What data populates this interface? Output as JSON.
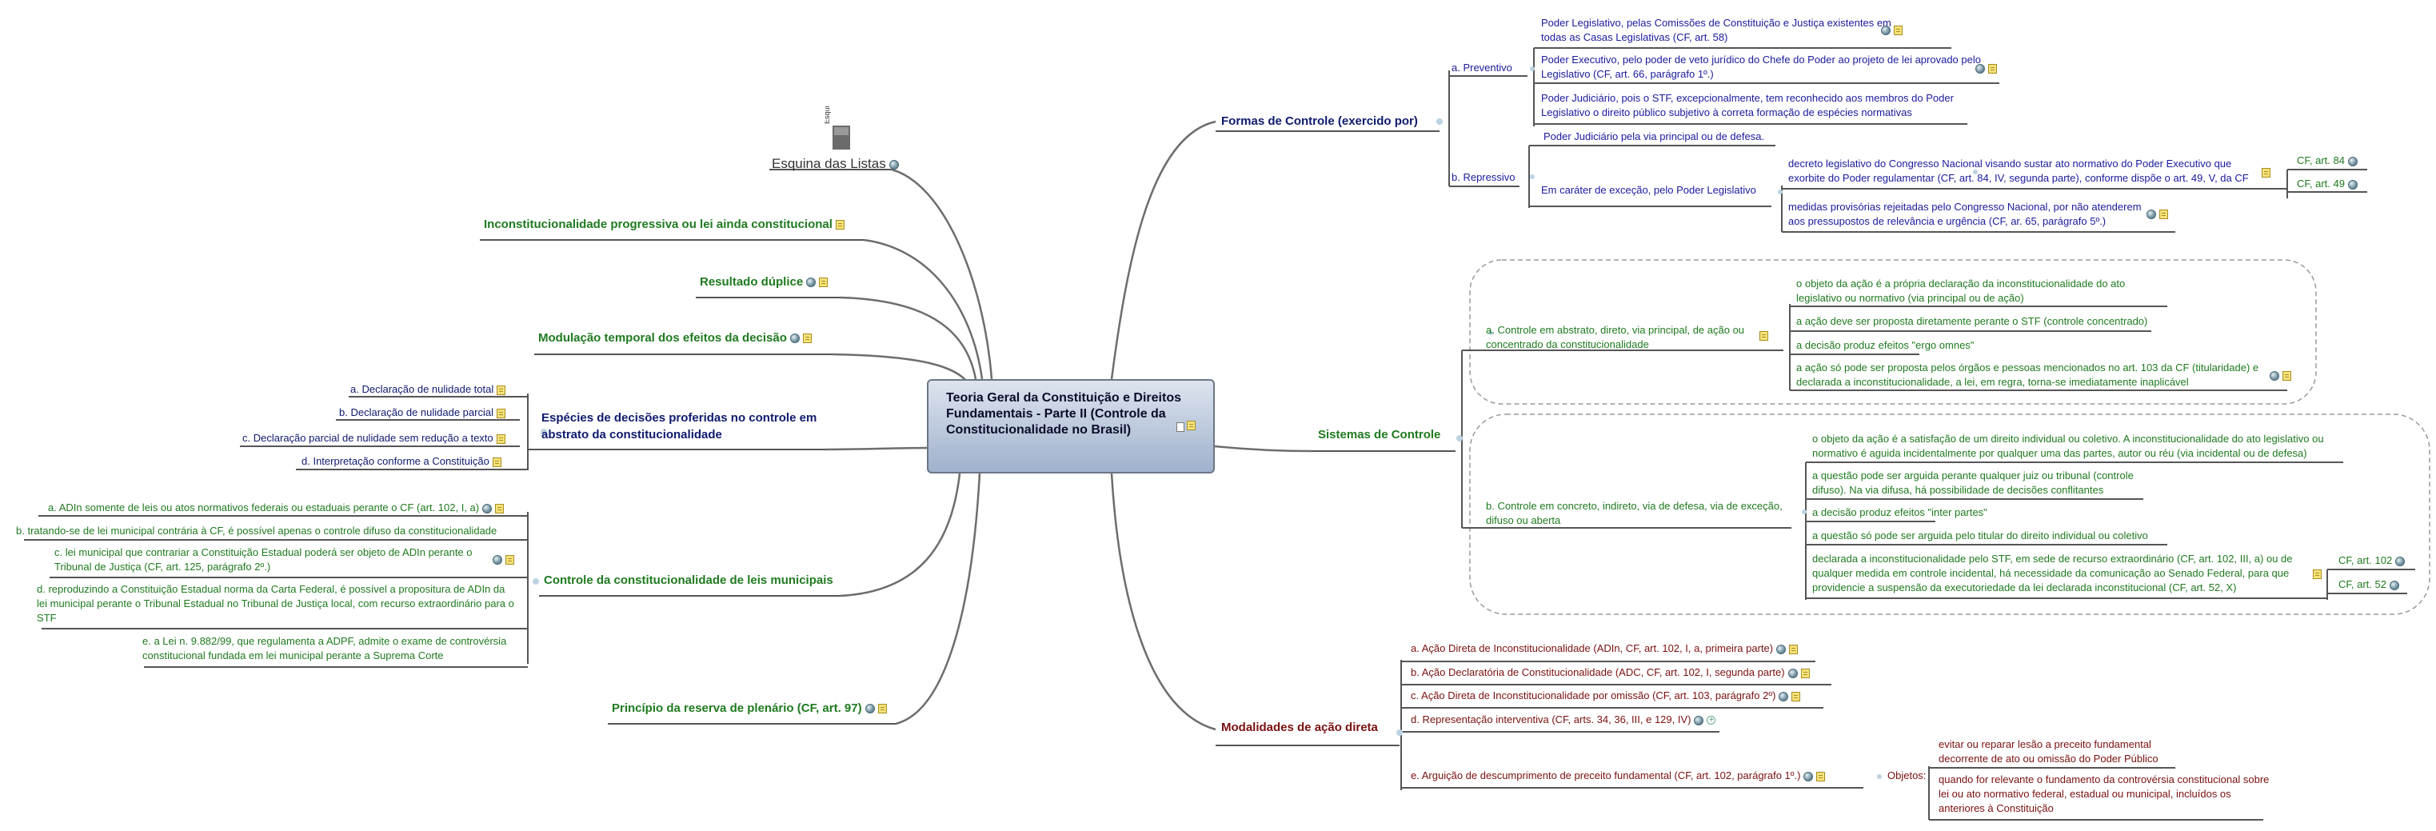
{
  "central": {
    "title": "Teoria Geral da Constituição e Direitos Fundamentais - Parte II (Controle da Constitucionalidade no Brasil)"
  },
  "logo": {
    "vertical_text": "Esquina",
    "caption": "Esquina das Listas"
  },
  "left": {
    "inconstitucionalidade": "Inconstitucionalidade progressiva ou lei ainda constitucional",
    "resultado": "Resultado dúplice",
    "modulacao": "Modulação temporal dos efeitos da decisão",
    "especies": {
      "title": "Espécies de decisões proferidas no controle em abstrato da constitucionalidade",
      "items": [
        {
          "label": "a.",
          "text": "Declaração de nulidade total"
        },
        {
          "label": "b.",
          "text": "Declaração de nulidade parcial"
        },
        {
          "label": "c.",
          "text": "Declaração parcial de nulidade sem redução a texto"
        },
        {
          "label": "d.",
          "text": "Interpretação conforme a Constituição"
        }
      ]
    },
    "municipais": {
      "title": "Controle da constitucionalidade de leis municipais",
      "items": [
        {
          "label": "a.",
          "text": "ADIn somente de leis ou atos normativos federais ou estaduais perante o CF (art. 102, I, a)"
        },
        {
          "label": "b.",
          "text": "tratando-se de lei municipal contrária à CF, é possível apenas o controle difuso da constitucionalidade"
        },
        {
          "label": "c.",
          "text": "lei municipal que contrariar a Constituição Estadual poderá ser objeto de ADIn perante o Tribunal de Justiça (CF, art. 125, parágrafo 2º.)"
        },
        {
          "label": "d.",
          "text": "reproduzindo a Constituição Estadual norma da Carta Federal, é possível a propositura de ADIn da lei municipal perante o Tribunal Estadual no Tribunal de Justiça local, com recurso extraordinário para o STF"
        },
        {
          "label": "e.",
          "text": "a Lei n. 9.882/99, que regulamenta a ADPF, admite o exame de controvérsia constitucional fundada em lei municipal perante a Suprema Corte"
        }
      ]
    },
    "plenario": "Princípio da reserva de plenário (CF, art. 97)"
  },
  "right": {
    "formas": {
      "title": "Formas de Controle (exercido por)",
      "preventivo": {
        "label": "a. Preventivo",
        "items": [
          "Poder Legislativo, pelas Comissões de Constituição e Justiça existentes em todas as Casas Legislativas (CF, art. 58)",
          "Poder Executivo, pelo poder de veto jurídico do Chefe do Poder ao projeto de lei aprovado pelo Legislativo (CF, art. 66, parágrafo 1º.)",
          "Poder Judiciário, pois o STF, excepcionalmente, tem reconhecido aos membros do Poder Legislativo o direito público subjetivo à correta formação de espécies normativas"
        ]
      },
      "repressivo": {
        "label": "b. Repressivo",
        "judiciario": "Poder Judiciário pela via principal ou de defesa.",
        "excecao": "Em caráter de exceção, pelo Poder Legislativo",
        "decreto": "decreto legislativo do Congresso Nacional visando sustar ato normativo do Poder Executivo que exorbite do Poder regulamentar (CF, art. 84, IV, segunda parte), conforme dispõe o art. 49, V, da CF",
        "refs": [
          "CF, art. 84",
          "CF, art. 49"
        ],
        "medidas": "medidas provisórias rejeitadas pelo Congresso Nacional, por não atenderem aos pressupostos de relevância e urgência (CF, ar. 65, parágrafo 5º.)"
      }
    },
    "sistemas": {
      "title": "Sistemas de Controle",
      "abstrato": {
        "label": "a.",
        "text": "Controle em abstrato, direto, via principal, de ação ou concentrado da constitucionalidade",
        "items": [
          "o objeto da ação é a própria declaração da inconstitucionalidade do ato legislativo ou normativo (via principal ou de ação)",
          "a ação deve ser proposta diretamente perante o STF (controle concentrado)",
          "a decisão produz efeitos \"ergo omnes\"",
          "a ação só pode ser proposta pelos órgãos e pessoas mencionados no art. 103 da CF (titularidade) e declarada a inconstitucionalidade, a lei, em regra, torna-se imediatamente inaplicável"
        ]
      },
      "concreto": {
        "label": "b.",
        "text": "Controle em concreto, indireto, via de defesa, via de exceção, difuso ou aberta",
        "items": [
          "o objeto da ação é a satisfação de um direito individual ou coletivo. A inconstitucionalidade do ato legislativo ou normativo é aguida incidentalmente por qualquer uma das partes, autor ou réu (via incidental ou de defesa)",
          "a questão pode ser arguida perante qualquer juiz ou tribunal (controle difuso). Na via difusa, há possibilidade de decisões conflitantes",
          "a decisão produz efeitos \"inter partes\"",
          "a questão só pode ser arguida pelo titular do direito individual ou coletivo",
          "declarada a inconstitucionalidade pelo STF, em sede de recurso extraordinário (CF, art. 102, III, a) ou de qualquer medida em controle incidental, há necessidade da comunicação ao Senado Federal, para que providencie a suspensão da executoriedade da lei declarada inconstitucional (CF, art. 52, X)"
        ],
        "refs": [
          "CF, art. 102",
          "CF, art. 52"
        ]
      }
    },
    "modalidades": {
      "title": "Modalidades de ação direta",
      "items": [
        {
          "label": "a.",
          "text": "Ação Direta de Inconstitucionalidade (ADIn, CF, art. 102, I, a, primeira parte)"
        },
        {
          "label": "b.",
          "text": "Ação Declaratória de Constitucionalidade (ADC, CF, art. 102, I, segunda parte)"
        },
        {
          "label": "c.",
          "text": "Ação Direta de Inconstitucionalidade por omissão (CF, art. 103, parágrafo 2º)"
        },
        {
          "label": "d.",
          "text": "Representação interventiva (CF, arts. 34, 36, III, e 129, IV)"
        },
        {
          "label": "e.",
          "text": "Arguição de descumprimento de preceito fundamental (CF, art. 102, parágrafo 1º.)"
        }
      ],
      "objetos_label": "Objetos:",
      "objetos": [
        "evitar ou reparar lesão a preceito fundamental decorrente de ato ou omissão do Poder Público",
        "quando for relevante o fundamento da controvérsia constitucional sobre lei ou ato normativo federal, estadual ou municipal, incluídos os anteriores à Constituição"
      ]
    }
  }
}
